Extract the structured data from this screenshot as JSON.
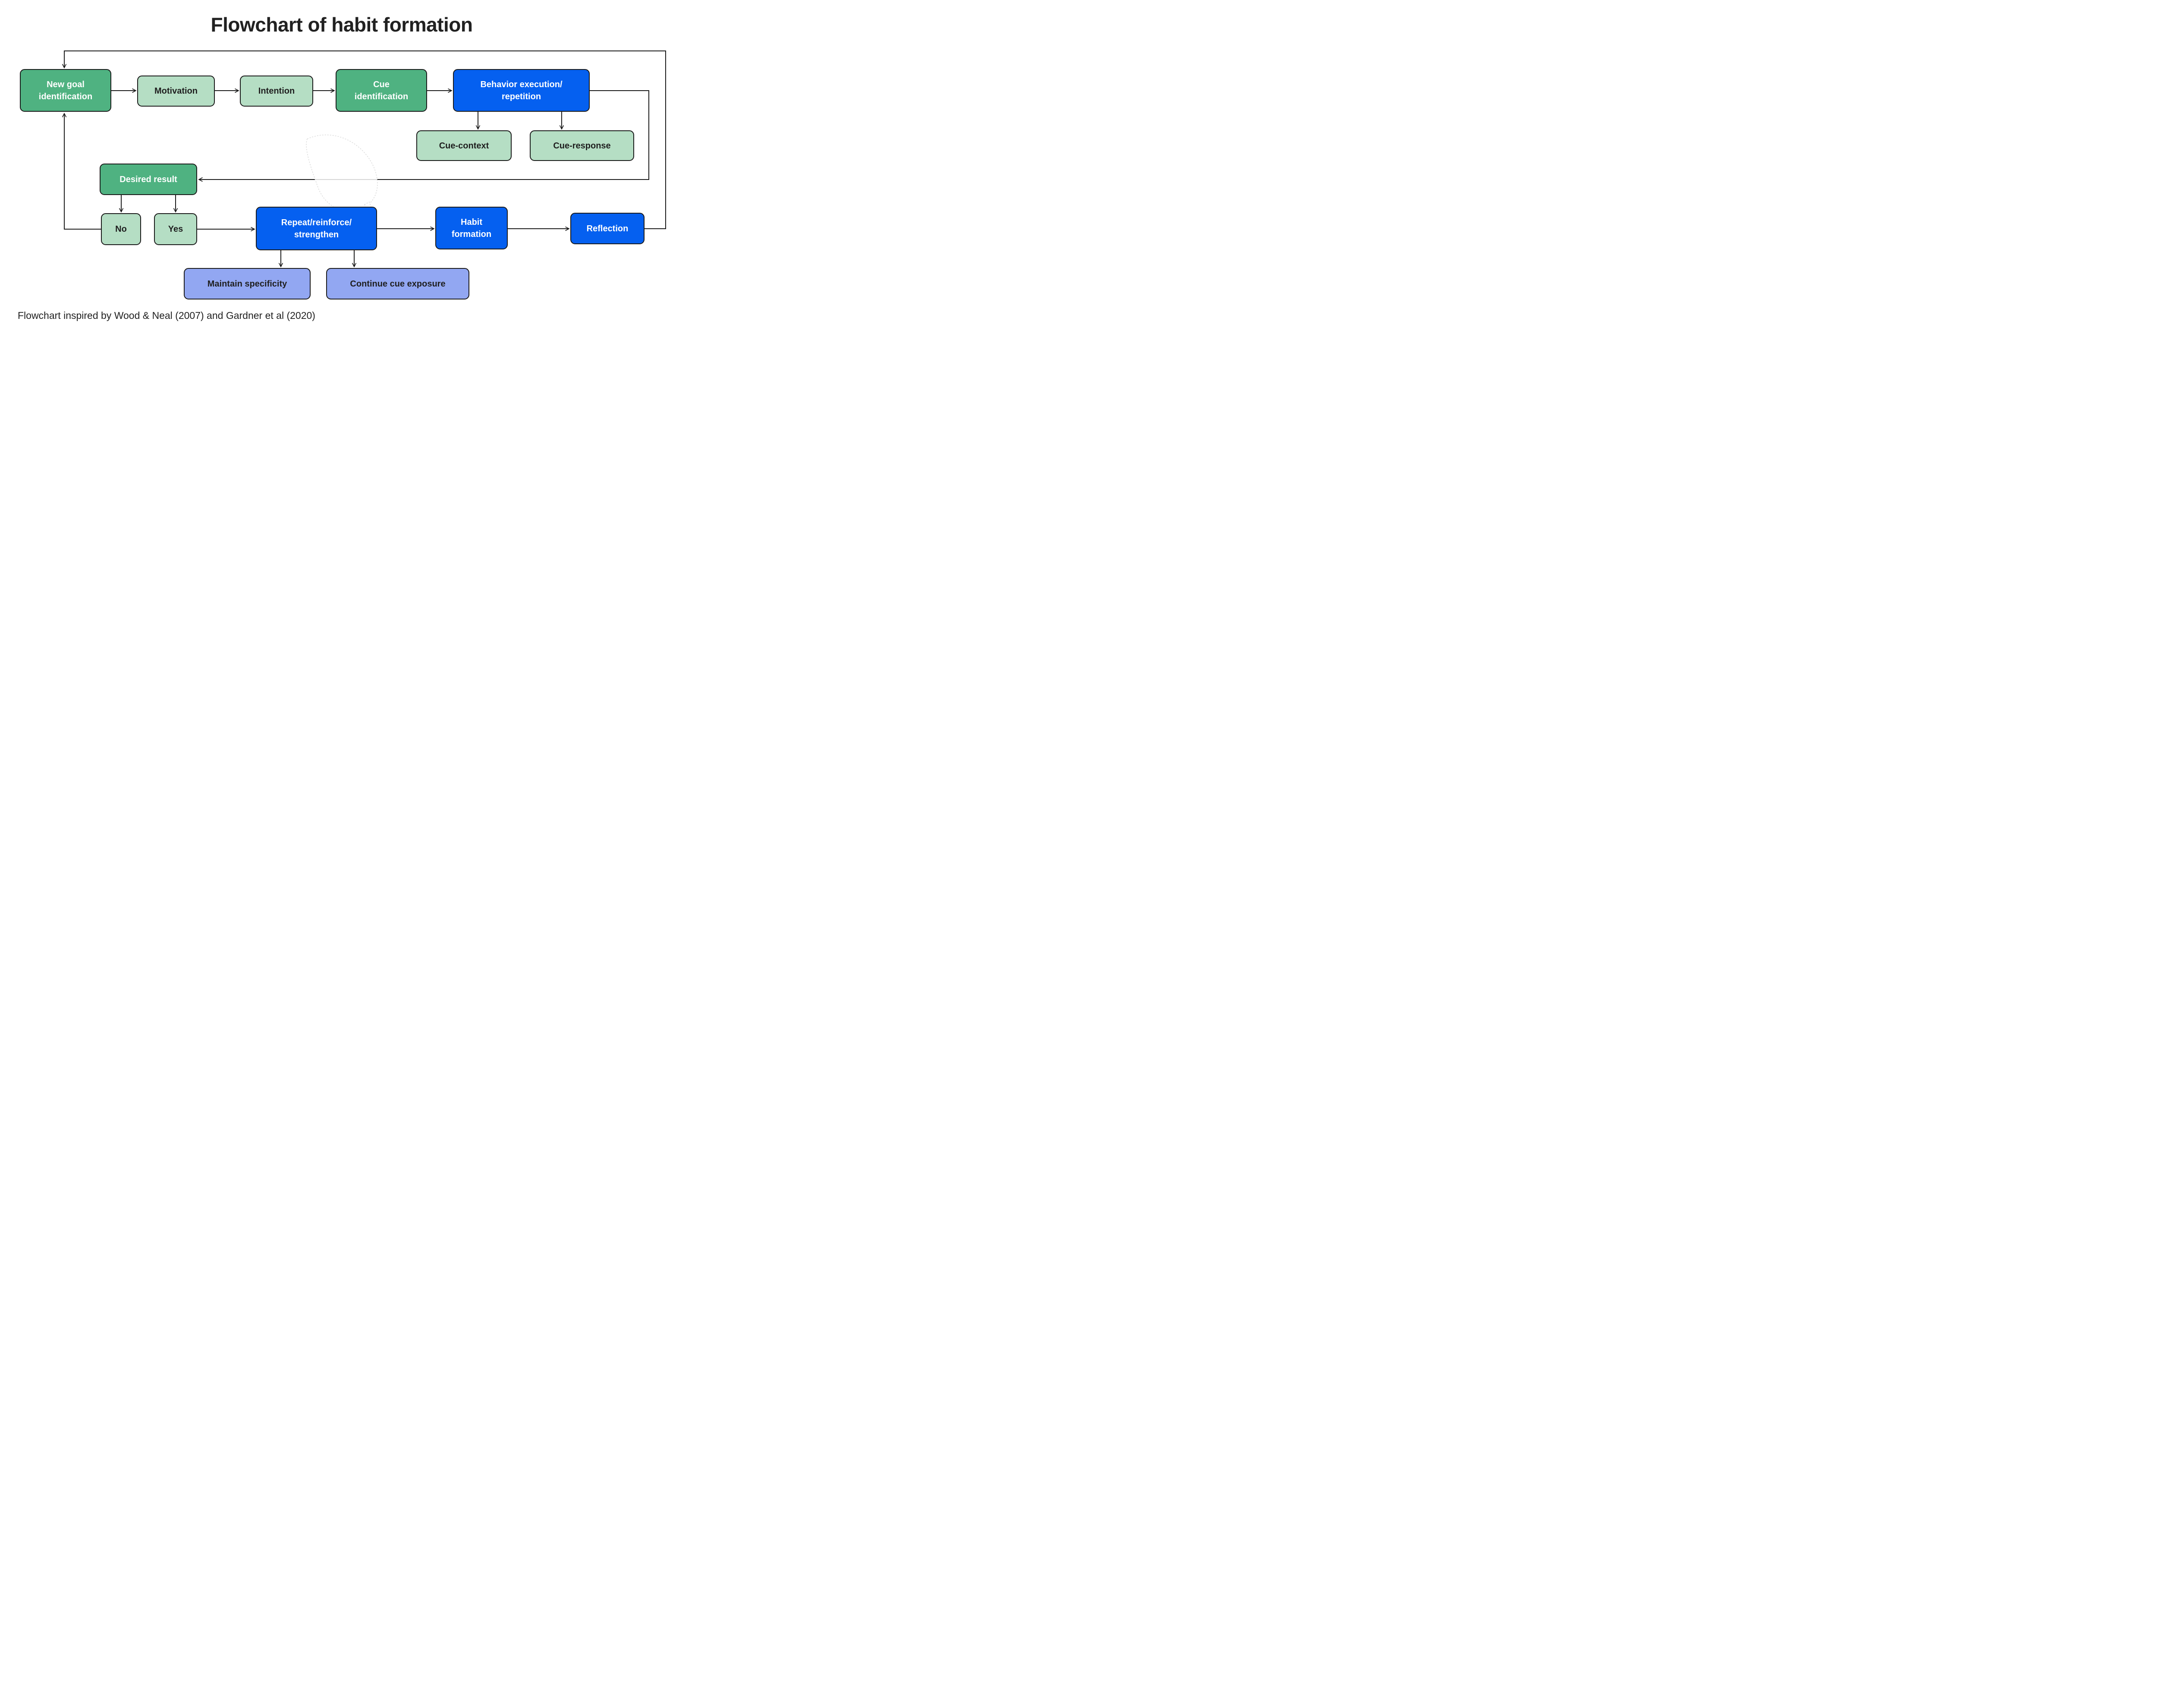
{
  "title": "Flowchart of habit formation",
  "caption": "Flowchart inspired by Wood & Neal (2007) and Gardner et al (2020)",
  "colors": {
    "node_green": "#4FB281",
    "node_mint": "#B5DEC4",
    "node_blue": "#0560F0",
    "node_periwinkle": "#92A7F2",
    "connector": "#1a1a1a",
    "title_text": "#212121",
    "watermark": "#dcdcdc"
  },
  "nodes": {
    "new_goal": {
      "label": "New goal\nidentification",
      "color": "#4FB281"
    },
    "motivation": {
      "label": "Motivation",
      "color": "#B5DEC4"
    },
    "intention": {
      "label": "Intention",
      "color": "#B5DEC4"
    },
    "cue_identification": {
      "label": "Cue\nidentification",
      "color": "#4FB281"
    },
    "behavior_execution": {
      "label": "Behavior execution/\nrepetition",
      "color": "#0560F0"
    },
    "cue_context": {
      "label": "Cue-context",
      "color": "#B5DEC4"
    },
    "cue_response": {
      "label": "Cue-response",
      "color": "#B5DEC4"
    },
    "desired_result": {
      "label": "Desired result",
      "color": "#4FB281"
    },
    "no": {
      "label": "No",
      "color": "#B5DEC4"
    },
    "yes": {
      "label": "Yes",
      "color": "#B5DEC4"
    },
    "repeat_reinforce": {
      "label": "Repeat/reinforce/\nstrengthen",
      "color": "#0560F0"
    },
    "habit_formation": {
      "label": "Habit\nformation",
      "color": "#0560F0"
    },
    "reflection": {
      "label": "Reflection",
      "color": "#0560F0"
    },
    "maintain_specificity": {
      "label": "Maintain specificity",
      "color": "#92A7F2"
    },
    "continue_cue_exposure": {
      "label": "Continue cue exposure",
      "color": "#92A7F2"
    }
  }
}
